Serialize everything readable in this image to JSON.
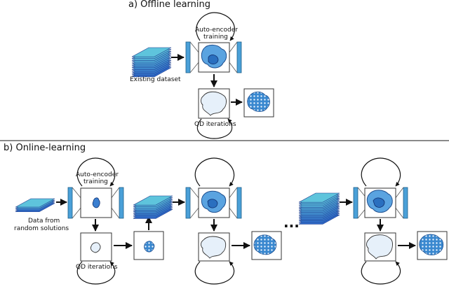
{
  "sections": {
    "offline": {
      "title": "a) Offline learning"
    },
    "online": {
      "title": "b) Online-learning"
    }
  },
  "labels": {
    "existing_dataset": "Existing dataset",
    "autoencoder_training": [
      "Auto-encoder",
      "training"
    ],
    "qd_iterations": "QD iterations",
    "data_from_random": [
      "Data from",
      "random solutions"
    ],
    "ellipsis": "..."
  },
  "colors": {
    "stack_light": "#5ec4dc",
    "stack_dark": "#2a62c9",
    "encoder": "#4aa0d8",
    "blob_light": "#e6f0fa",
    "blob_mid": "#4d9ad8",
    "blob_dark": "#1f4f8f"
  }
}
